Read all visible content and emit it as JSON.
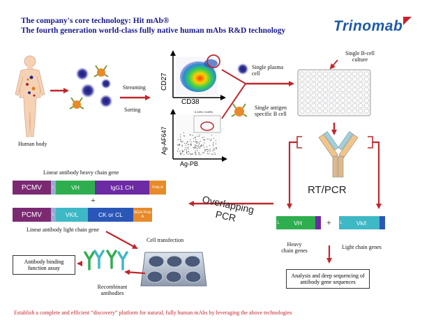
{
  "header": {
    "title_line1": "The company's core technology: Hit mAb®",
    "title_line2": "The fourth generation world-class fully native human mAbs R&D technology",
    "logo_text": "Trinomab"
  },
  "labels": {
    "human_body": "Human body",
    "streaming": "Streaming",
    "sorting": "Sorting",
    "cd27": "CD27",
    "cd38": "CD38",
    "ag_af647": "Ag-AF647",
    "ag_pb": "Ag-PB",
    "single_plasma_cell": "Single plasma cell",
    "single_antigen_b_cell": "Single antigen specific B cell",
    "single_b_cell_culture": "Single B-cell culture",
    "rt_pcr": "RT/PCR",
    "overlapping_pcr_1": "Overlapping",
    "overlapping_pcr_2": "PCR",
    "heavy_chain_genes": "Heavy chain genes",
    "light_chain_genes": "Light chain genes",
    "analysis_box": "Analysis and deep sequencing of antibody gene sequences",
    "linear_heavy": "Linear antibody heavy chain gene",
    "linear_light": "Linear antibody light chain gene",
    "cell_transfection": "Cell transfection",
    "recombinant_antibodies": "Recombinant antibodies",
    "antibody_assay": "Antibody binding function assay",
    "plus": "+",
    "gate_pct": "0.13% / 0.09%",
    "footer": "Establish a complete and efficient “discovery” platform for natural, fully human mAbs by leveraging the above technologies"
  },
  "heavy_gene": {
    "pcmv": "PCMV",
    "l": "L",
    "vh": "VH",
    "igg1ch": "IgG1 CH",
    "polya": "Poly A"
  },
  "light_gene": {
    "pcmv": "PCMV",
    "l": "L",
    "vkl": "VK/L",
    "ck_cl": "CK or CL",
    "bgh_polya": "BGH Poly A"
  },
  "vh_gene": {
    "l": "L",
    "v": "VH"
  },
  "vk_gene": {
    "l": "L",
    "v": "Vk/l"
  },
  "colors": {
    "title_blue": "#1a1a8c",
    "arrow_red": "#c0262c",
    "purple": "#7b2a72",
    "green": "#2fae4f",
    "ch_purple": "#6c2aa3",
    "orange": "#e78a2a",
    "teal": "#3fb8c6",
    "blue": "#2a56b8",
    "logo_blue": "#1d5aa8",
    "logo_red": "#c8232c"
  }
}
